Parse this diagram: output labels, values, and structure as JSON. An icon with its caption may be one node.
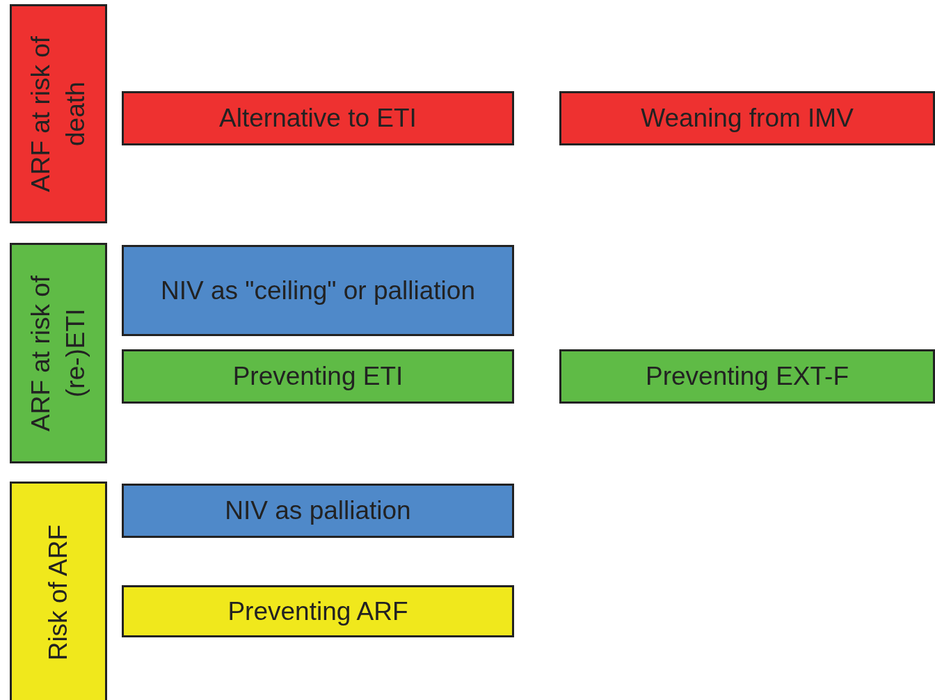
{
  "diagram": {
    "nodes": [
      {
        "text": [
          "ARF at risk of death"
        ]
      },
      {
        "text": [
          "Alternative to ETI"
        ]
      },
      {
        "text": [
          "Weaning from IMV"
        ]
      },
      {
        "text": [
          "ARF at risk of (re-)ETI"
        ]
      },
      {
        "text": [
          "NIV as \"ceiling\" or palliation"
        ]
      },
      {
        "text": [
          "Preventing ETI"
        ]
      },
      {
        "text": [
          "Preventing EXT-F"
        ]
      },
      {
        "text": [
          "Risk of ARF"
        ]
      },
      {
        "text": [
          "NIV as palliation"
        ]
      },
      {
        "text": [
          "Preventing ARF"
        ]
      }
    ],
    "edges": []
  }
}
